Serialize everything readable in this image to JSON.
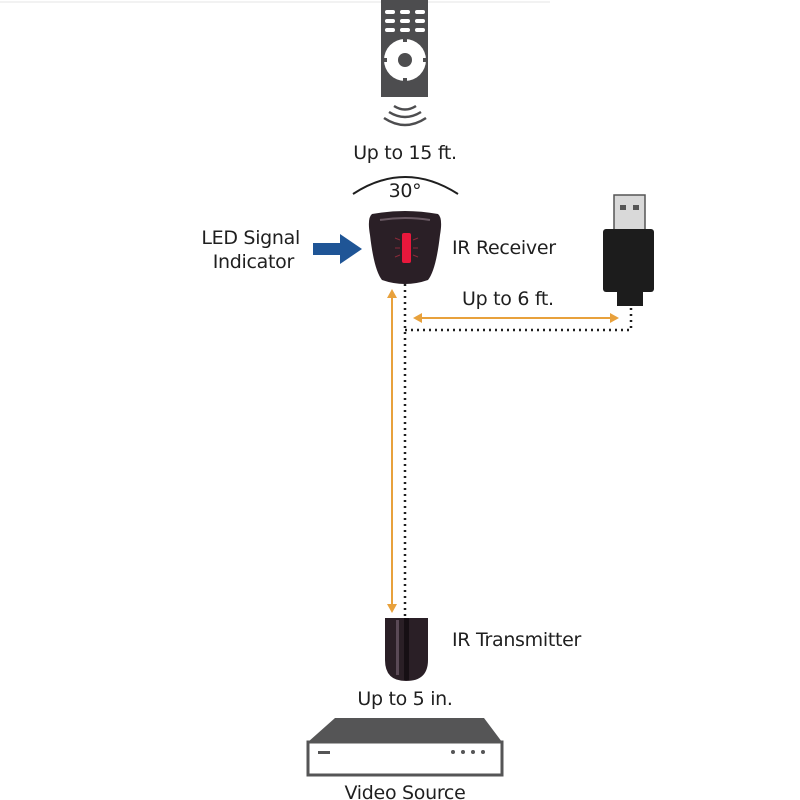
{
  "labels": {
    "remote_range": "Up to 15 ft.",
    "angle": "30°",
    "led_line1": "LED Signal",
    "led_line2": "Indicator",
    "receiver": "IR Receiver",
    "usb_range": "Up to 6 ft.",
    "transmitter": "IR Transmitter",
    "transmitter_range": "Up to 5 in.",
    "video_source": "Video Source"
  },
  "colors": {
    "arrow_blue": "#1f5596",
    "dimension_orange": "#e8a13c",
    "device_dark": "#2a1f26",
    "remote_grey": "#4d4d4f",
    "led_red": "#e8183c"
  }
}
